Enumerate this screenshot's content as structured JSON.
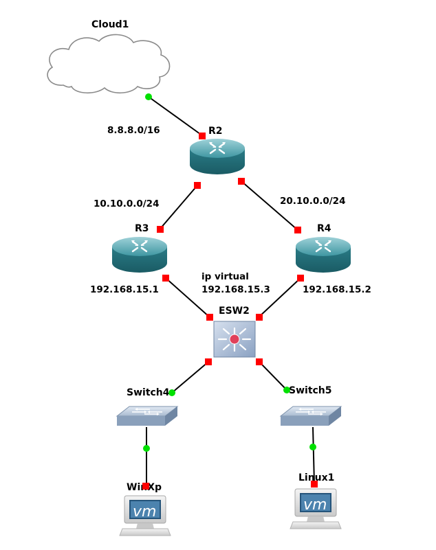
{
  "nodes": {
    "cloud1": {
      "label": "Cloud1",
      "icon": "cloud-icon"
    },
    "r2": {
      "label": "R2",
      "icon": "router-icon"
    },
    "r3": {
      "label": "R3",
      "icon": "router-icon"
    },
    "r4": {
      "label": "R4",
      "icon": "router-icon"
    },
    "esw2": {
      "label": "ESW2",
      "icon": "multilayer-switch-icon"
    },
    "switch4": {
      "label": "Switch4",
      "icon": "switch-icon"
    },
    "switch5": {
      "label": "Switch5",
      "icon": "switch-icon"
    },
    "winxp": {
      "label": "WinXp",
      "icon": "vm-host-icon",
      "badge": "vm"
    },
    "linux1": {
      "label": "Linux1",
      "icon": "vm-host-icon",
      "badge": "vm"
    }
  },
  "links": [
    {
      "from": "Cloud1",
      "to": "R2",
      "label": "8.8.8.0/16"
    },
    {
      "from": "R2",
      "to": "R3",
      "label": "10.10.0.0/24"
    },
    {
      "from": "R2",
      "to": "R4",
      "label": "20.10.0.0/24"
    },
    {
      "from": "R3",
      "to": "ESW2",
      "label": "192.168.15.1"
    },
    {
      "from": "R4",
      "to": "ESW2",
      "label": "192.168.15.2"
    },
    {
      "from": "ESW2",
      "to": "Switch4",
      "label": ""
    },
    {
      "from": "ESW2",
      "to": "Switch5",
      "label": ""
    },
    {
      "from": "Switch4",
      "to": "WinXp",
      "label": ""
    },
    {
      "from": "Switch5",
      "to": "Linux1",
      "label": ""
    }
  ],
  "annotations": {
    "virtual_ip_title": "ip virtual",
    "virtual_ip_value": "192.168.15.3"
  },
  "colors": {
    "port_down": "#ff0000",
    "port_up": "#00e000",
    "router_body": "#2f8a96",
    "cloud_fill": "#ffffff",
    "switch_body": "#8fa6bf",
    "esw_body": "#9fb3d4"
  }
}
